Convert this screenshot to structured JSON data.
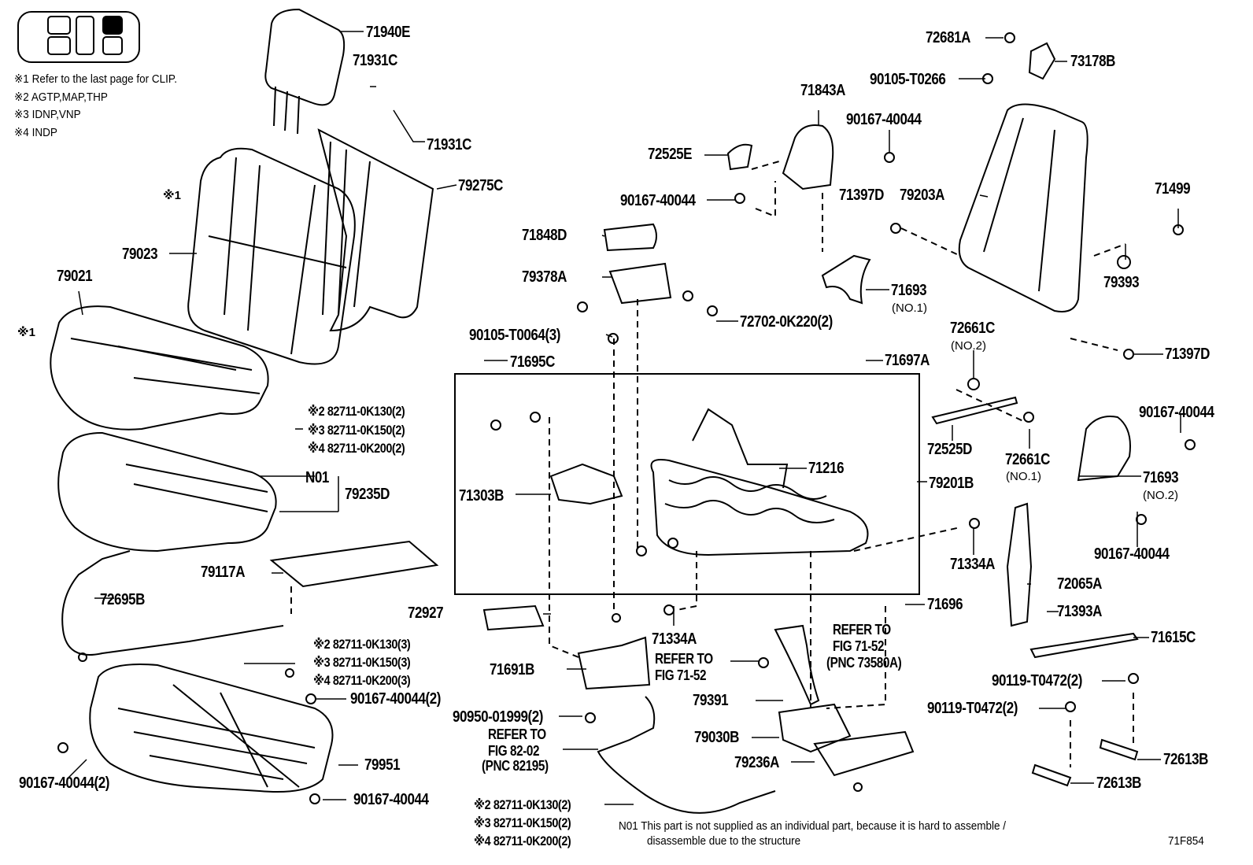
{
  "diagram_id": "71F854",
  "seat_position_indicator": {
    "highlighted": "rear-right-top"
  },
  "notes": [
    {
      "mark": "※1",
      "text": "Refer to the last page for CLIP."
    },
    {
      "mark": "※2",
      "text": "AGTP,MAP,THP"
    },
    {
      "mark": "※3",
      "text": "IDNP,VNP"
    },
    {
      "mark": "※4",
      "text": "INDP"
    }
  ],
  "parts": {
    "p71940E": "71940E",
    "p71931C_a": "71931C",
    "p71931C_b": "71931C",
    "p79275C": "79275C",
    "p79023": "79023",
    "p79021": "79021",
    "mark1_a": "※1",
    "mark1_b": "※1",
    "p72681A": "72681A",
    "p73178B": "73178B",
    "p90105_T0266": "90105-T0266",
    "p71843A": "71843A",
    "p90167_40044_a": "90167-40044",
    "p72525E": "72525E",
    "p90167_40044_b": "90167-40044",
    "p71397D_a": "71397D",
    "p79203A": "79203A",
    "p71499": "71499",
    "p71848D": "71848D",
    "p79378A": "79378A",
    "p71693_a": "71693",
    "p71693_a_sub": "(NO.1)",
    "p79393": "79393",
    "p90105_T0064": "90105-T0064(3)",
    "p72702_0K220": "72702-0K220(2)",
    "p71397D_b": "71397D",
    "p71695C": "71695C",
    "p71697A": "71697A",
    "p72661C_a": "72661C",
    "p72661C_a_sub": "(NO.2)",
    "p72525D": "72525D",
    "p72661C_b": "72661C",
    "p72661C_b_sub": "(NO.1)",
    "p90167_40044_c": "90167-40044",
    "p71693_b": "71693",
    "p71693_b_sub": "(NO.2)",
    "p90167_40044_d": "90167-40044",
    "p71216": "71216",
    "p79201B": "79201B",
    "p71303B": "71303B",
    "p79235D": "79235D",
    "pN01": "N01",
    "p79117A": "79117A",
    "p72695B": "72695B",
    "p72927": "72927",
    "p71334A_a": "71334A",
    "p71334A_b": "71334A",
    "p72065A": "72065A",
    "p71393A": "71393A",
    "p71696": "71696",
    "p71615C": "71615C",
    "p71691B": "71691B",
    "p79391": "79391",
    "p79030B": "79030B",
    "p79236A": "79236A",
    "p90119_T0472_a": "90119-T0472(2)",
    "p90119_T0472_b": "90119-T0472(2)",
    "p72613B_a": "72613B",
    "p72613B_b": "72613B",
    "p90950_01999": "90950-01999(2)",
    "p90167_40044_2a": "90167-40044(2)",
    "p90167_40044_2b": "90167-40044(2)",
    "p90167_40044_e": "90167-40044",
    "p79951": "79951"
  },
  "clip_groups": {
    "group1": [
      "※2 82711-0K130(2)",
      "※3 82711-0K150(2)",
      "※4 82711-0K200(2)"
    ],
    "group2": [
      "※2 82711-0K130(3)",
      "※3 82711-0K150(3)",
      "※4 82711-0K200(3)"
    ],
    "group3": [
      "※2 82711-0K130(2)",
      "※3 82711-0K150(2)",
      "※4 82711-0K200(2)"
    ]
  },
  "references": {
    "ref_71_52_a": [
      "REFER TO",
      "FIG 71-52"
    ],
    "ref_71_52_b": [
      "REFER TO",
      "FIG 71-52",
      "(PNC 73580A)"
    ],
    "ref_82_02": [
      "REFER TO",
      "FIG 82-02",
      "(PNC 82195)"
    ]
  },
  "footnote": {
    "line1": "N01 This part is not supplied as an individual part, because it is hard to assemble /",
    "line2": "disassemble due to the structure"
  }
}
